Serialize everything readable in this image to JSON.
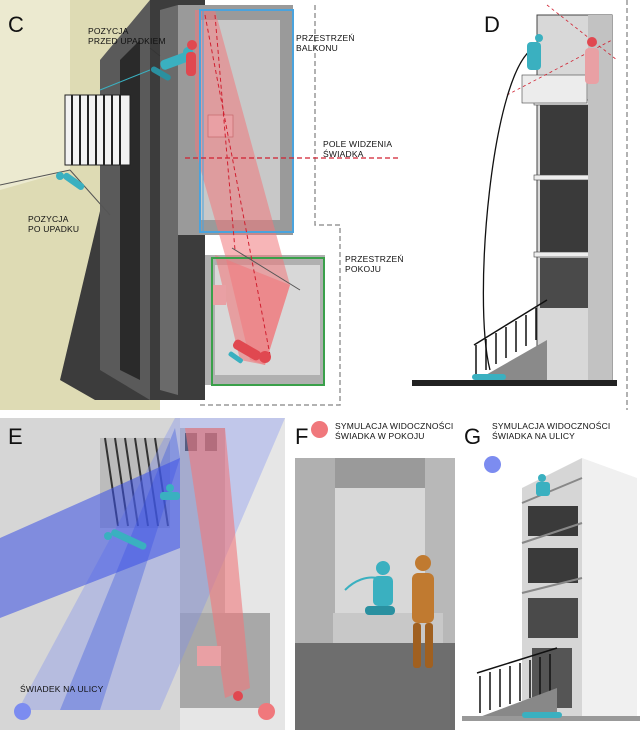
{
  "panels": {
    "c": {
      "letter": "C",
      "label_before_fall_1": "POZYCJA",
      "label_before_fall_2": "PRZED UPADKIEM",
      "label_balcony_1": "PRZESTRZEŃ",
      "label_balcony_2": "BALKONU",
      "label_view_1": "POLE WIDZENIA",
      "label_view_2": "ŚWIADKA",
      "label_after_fall_1": "POZYCJA",
      "label_after_fall_2": "PO UPADKU",
      "label_room_1": "PRZESTRZEŃ",
      "label_room_2": "POKOJU"
    },
    "d": {
      "letter": "D"
    },
    "e": {
      "letter": "E",
      "label_street_witness": "ŚWIADEK NA ULICY"
    },
    "f": {
      "letter": "F",
      "label_1": "SYMULACJA WIDOCZNOŚCI",
      "label_2": "ŚWIADKA W POKOJU"
    },
    "g": {
      "letter": "G",
      "label_1": "SYMULACJA WIDOCZNOŚCI",
      "label_2": "ŚWIADKA NA ULICY"
    }
  },
  "colors": {
    "room_witness": "#f0787c",
    "street_witness": "#7c8cf0",
    "balcony_outline": "#4aa3dd",
    "room_outline": "#3aa04a",
    "figure_teal": "#3ab0c0",
    "figure_red": "#e04850",
    "figure_orange": "#c07a30"
  }
}
